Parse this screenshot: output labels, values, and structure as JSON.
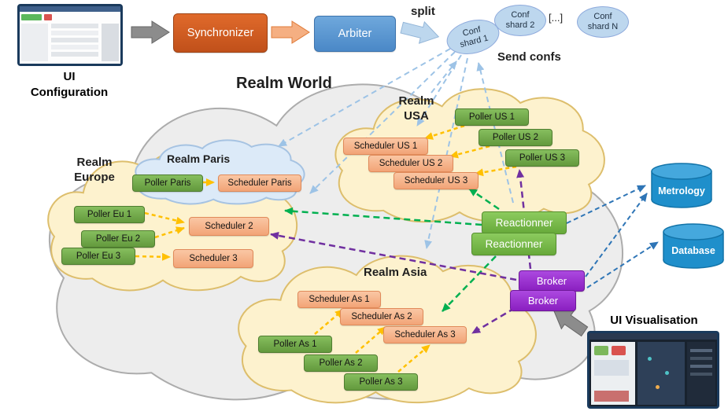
{
  "pipeline": {
    "ui_configuration": "UI\nConfiguration",
    "synchronizer": "Synchronizer",
    "arbiter": "Arbiter",
    "split": "split",
    "send_confs": "Send confs",
    "shard_1": "Conf\nshard 1",
    "shard_2": "Conf\nshard 2",
    "ellipsis": "[...]",
    "shard_n": "Conf\nshard N"
  },
  "realms": {
    "world": "Realm World",
    "europe": "Realm\nEurope",
    "paris": "Realm Paris",
    "usa": "Realm\nUSA",
    "asia": "Realm Asia"
  },
  "europe": {
    "poller_paris": "Poller Paris",
    "scheduler_paris": "Scheduler Paris",
    "pollers": [
      "Poller Eu 1",
      "Poller Eu 2",
      "Poller Eu 3"
    ],
    "schedulers": [
      "Scheduler 2",
      "Scheduler 3"
    ]
  },
  "usa": {
    "pollers": [
      "Poller US 1",
      "Poller US 2",
      "Poller US 3"
    ],
    "schedulers": [
      "Scheduler US 1",
      "Scheduler US 2",
      "Scheduler US 3"
    ]
  },
  "asia": {
    "pollers": [
      "Poller As 1",
      "Poller As 2",
      "Poller As 3"
    ],
    "schedulers": [
      "Scheduler As 1",
      "Scheduler As 2",
      "Scheduler As 3"
    ]
  },
  "services": {
    "reactionner_1": "Reactionner",
    "reactionner_2": "Reactionner",
    "broker_1": "Broker",
    "broker_2": "Broker"
  },
  "storage": {
    "metrology": "Metrology",
    "database": "Database"
  },
  "visualisation": {
    "ui_visualisation": "UI Visualisation"
  },
  "colors": {
    "synchronizer": "#CE5B1F",
    "arbiter": "#5B9BD5",
    "conf_shard": "#BDD7EE",
    "poller": "#6FAD47",
    "scheduler": "#F6B98E",
    "reactionner": "#7ABD49",
    "broker": "#9933CC",
    "storage_cylinder": "#1F8FCB",
    "cloud_world": "#EDEDED",
    "cloud_realm": "#FDF2CE",
    "cloud_paris": "#DCEAF8",
    "arrow_conf": "#9DC3E6",
    "arrow_poll": "#FFC000",
    "arrow_reaction": "#00B050",
    "arrow_broker": "#7030A0",
    "arrow_storage": "#2E75B6"
  }
}
